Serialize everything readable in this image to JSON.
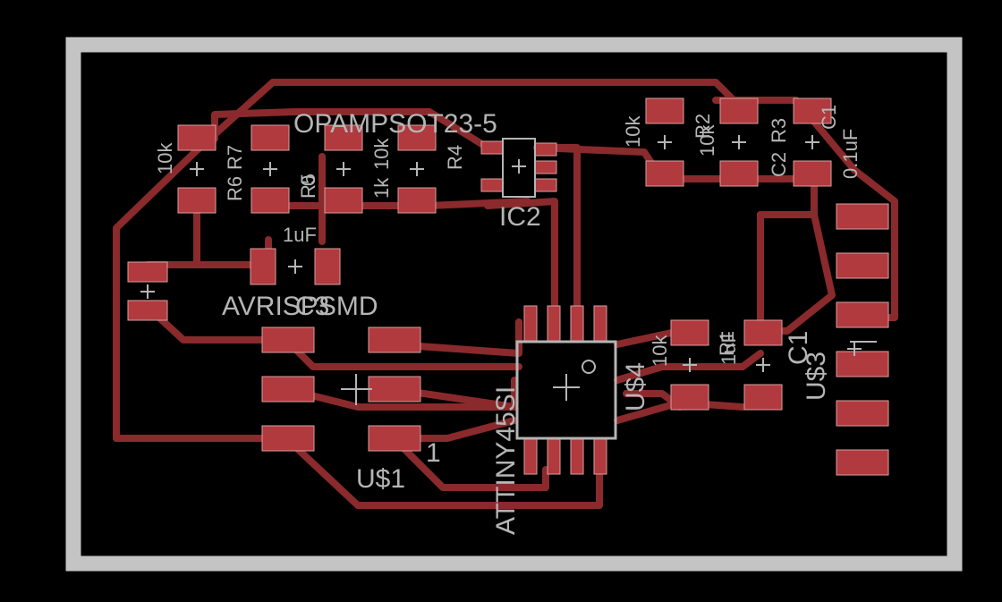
{
  "colors": {
    "background": "#000000",
    "outline": "#c4c4c4",
    "trace": "#8a2a2c",
    "pad": "#b03a3e",
    "silkscreen": "#b5b5b5"
  },
  "labels": {
    "r7_value": "10k",
    "r7_name": "R7",
    "r6_name": "R6",
    "r5_name": "R5",
    "r5_value": "0",
    "r5b_value": "1k",
    "r4_value": "10k",
    "r4_name": "R4",
    "ic2_package": "OPAMPSOT23-5",
    "ic2_name": "IC2",
    "r2_value": "10k",
    "r2_name": "R2",
    "r3_value": "10k",
    "r3_name": "R3",
    "c2_name": "C2",
    "c1_value": "0.1uF",
    "c1_name": "C1",
    "c3_value": "1uF",
    "c3_name": "C3",
    "avr_package": "AVRISPSMD",
    "u1_pin1": "1",
    "u1_name": "U$1",
    "attiny": "ATTINY45SI",
    "u4_name": "U$4",
    "r1_value": "10k",
    "r1_name": "R1",
    "c_value": "1uF",
    "c1b_name": "C1",
    "u3_name": "U$3"
  }
}
